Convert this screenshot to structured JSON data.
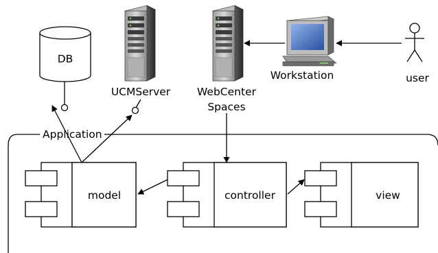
{
  "nodes": {
    "db": {
      "label": "DB"
    },
    "ucm_server": {
      "label": "UCMServer"
    },
    "webcenter": {
      "label_line1": "WebCenter",
      "label_line2": "Spaces"
    },
    "workstation": {
      "label": "Workstation"
    },
    "user": {
      "label": "user"
    }
  },
  "application": {
    "label": "Application",
    "components": {
      "model": {
        "label": "model"
      },
      "controller": {
        "label": "controller"
      },
      "view": {
        "label": "view"
      }
    }
  }
}
